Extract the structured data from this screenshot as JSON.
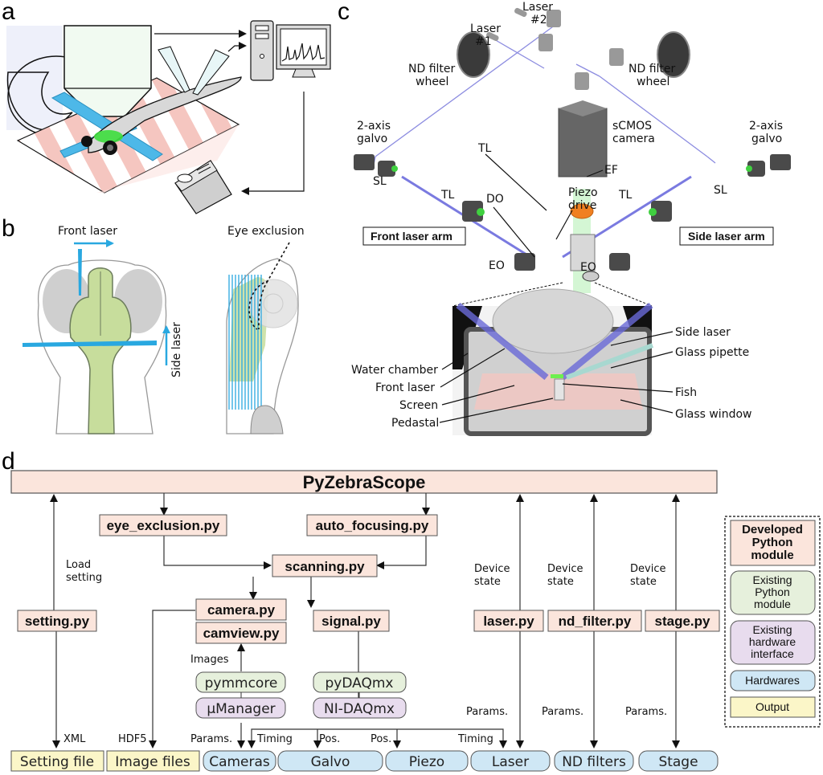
{
  "panels": {
    "a": {
      "label": "a"
    },
    "b": {
      "label": "b",
      "front_laser": "Front laser",
      "side_laser": "Side laser",
      "eye_exclusion": "Eye exclusion"
    },
    "c": {
      "label": "c",
      "laser1": [
        "Laser",
        "#1"
      ],
      "laser2": [
        "Laser",
        "#2"
      ],
      "nd_filter_left": [
        "ND filter",
        "wheel"
      ],
      "nd_filter_right": [
        "ND filter",
        "wheel"
      ],
      "galvo_left": [
        "2-axis",
        "galvo"
      ],
      "galvo_right": [
        "2-axis",
        "galvo"
      ],
      "scmos": [
        "sCMOS",
        "camera"
      ],
      "tl_center": "TL",
      "ef": "EF",
      "sl_left": "SL",
      "sl_right": "SL",
      "tl_left": "TL",
      "tl_right": "TL",
      "do": "DO",
      "piezo": [
        "Piezo",
        "drive"
      ],
      "eo_left": "EO",
      "eo_right": "EO",
      "front_arm": "Front laser arm",
      "side_arm": "Side laser arm",
      "inset_left": [
        "Water chamber",
        "Front laser",
        "Screen",
        "Pedastal"
      ],
      "inset_right": [
        "Side laser",
        "Glass pipette",
        "Fish",
        "Glass window"
      ]
    },
    "d": {
      "label": "d",
      "root": "PyZebraScope",
      "modules": {
        "eye_exclusion": "eye_exclusion.py",
        "auto_focusing": "auto_focusing.py",
        "scanning": "scanning.py",
        "setting": "setting.py",
        "camera": "camera.py",
        "camview": "camview.py",
        "signal": "signal.py",
        "laser": "laser.py",
        "nd_filter": "nd_filter.py",
        "stage": "stage.py"
      },
      "existing_python": {
        "pymmcore": "pymmcore",
        "pydaqmx": "pyDAQmx"
      },
      "hardware_interface": {
        "umanager": "µManager",
        "nidaqmx": "NI-DAQmx"
      },
      "hardware": [
        "Cameras",
        "Galvo",
        "Piezo",
        "Laser",
        "ND filters",
        "Stage"
      ],
      "outputs": [
        "Setting file",
        "Image files"
      ],
      "edge_labels": {
        "load_setting": [
          "Load",
          "setting"
        ],
        "device_state": [
          "Device",
          "state"
        ],
        "images": "Images",
        "xml": "XML",
        "hdf5": "HDF5",
        "params": "Params.",
        "timing": "Timing",
        "pos": "Pos."
      },
      "legend": {
        "developed": [
          "Developed",
          "Python",
          "module"
        ],
        "existing_python": [
          "Existing",
          "Python",
          "module"
        ],
        "existing_hw": [
          "Existing",
          "hardware",
          "interface"
        ],
        "hardwares": "Hardwares",
        "output": "Output"
      },
      "colors": {
        "developed": "#fbe5dc",
        "existing_python": "#e6f0dc",
        "existing_hw": "#e8dcee",
        "hardware": "#cfe7f5",
        "output": "#fbf6c8",
        "laser_blue": "#29a8e0",
        "brain_green": "#c7dd9c"
      }
    }
  }
}
